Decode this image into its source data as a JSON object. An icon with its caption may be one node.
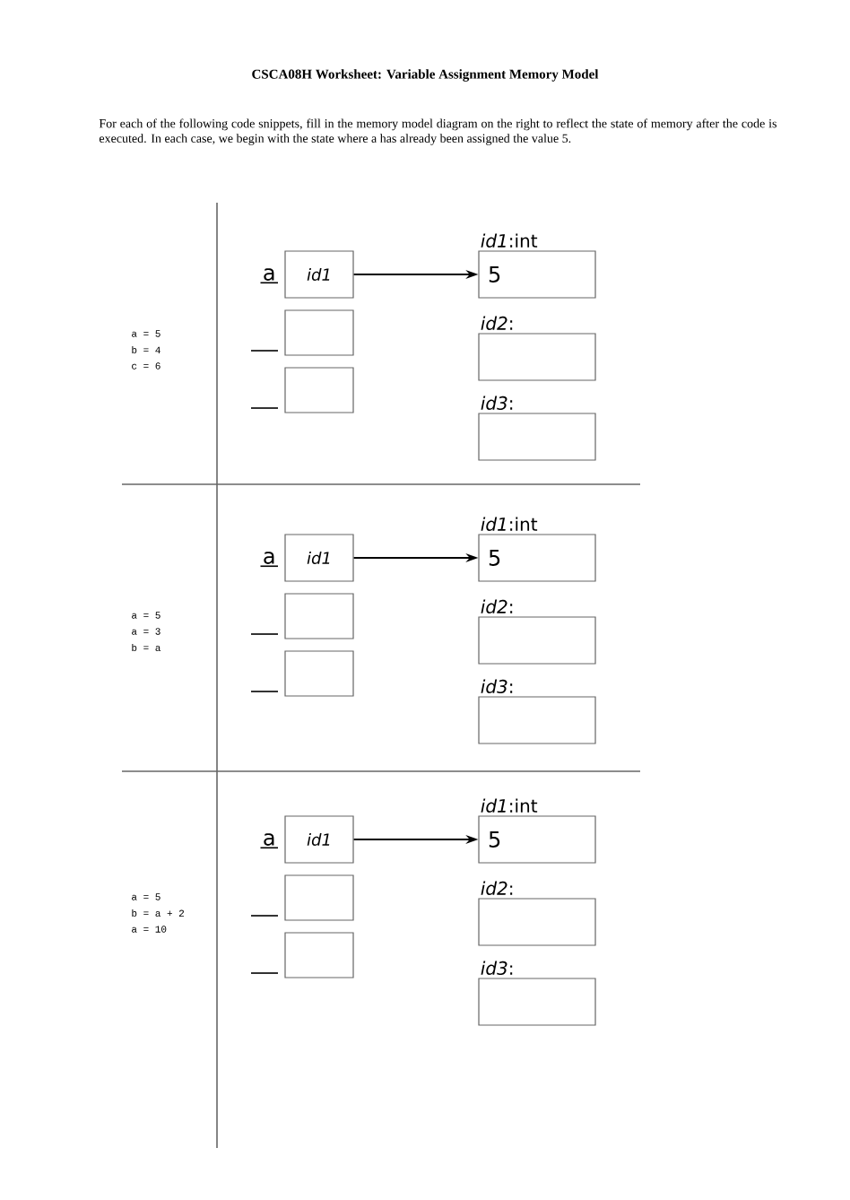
{
  "diagram": {
    "title": "CSCA08H Worksheet: Variable Assignment Memory Model",
    "caption": "For each of the following code snippets, fill in the memory model diagram on the right to reflect the state of memory after the code is executed. In each case, we begin with the state where a has already been assigned the value 5.",
    "nodes": [
      {
        "text": [
          "id1"
        ],
        "beside": [
          "a"
        ]
      },
      {
        "text": [],
        "shape": "box"
      },
      {
        "text": [],
        "shape": "box"
      },
      {
        "text": [
          "*id1*:int",
          "5"
        ]
      },
      {
        "text": [
          "*id2*:"
        ]
      },
      {
        "text": [
          "*id3*:"
        ]
      },
      {
        "text": [
          "id1"
        ],
        "beside": [
          "a"
        ]
      },
      {
        "text": [],
        "shape": "box"
      },
      {
        "text": [],
        "shape": "box"
      },
      {
        "text": [
          "*id1*:int",
          "5"
        ]
      },
      {
        "text": [
          "*id2*:"
        ]
      },
      {
        "text": [
          "*id3*:"
        ]
      },
      {
        "text": [
          "id1"
        ],
        "beside": [
          "a"
        ]
      },
      {
        "text": [],
        "shape": "box"
      },
      {
        "text": [],
        "shape": "box"
      },
      {
        "text": [
          "*id1*:int",
          "5"
        ]
      },
      {
        "text": [
          "*id2*:"
        ]
      },
      {
        "text": [
          "*id3*:"
        ]
      }
    ],
    "edges": [
      {
        "from": 0,
        "to": 3,
        "arrow": "to"
      },
      {
        "from": 6,
        "to": 9,
        "arrow": "to"
      },
      {
        "from": 12,
        "to": 15,
        "arrow": "to"
      }
    ],
    "labels": [
      "a = 5",
      "b = 4",
      "c = 6",
      "a = 5",
      "a = 3",
      "b = a",
      "a = 5",
      "b = a + 2",
      "a = 10"
    ]
  }
}
